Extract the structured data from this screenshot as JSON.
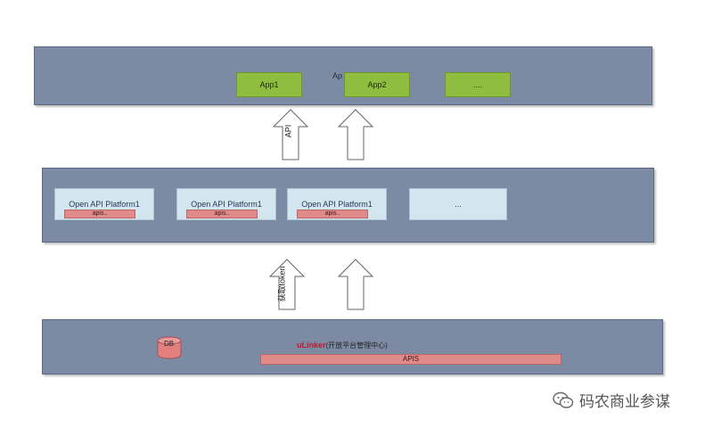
{
  "top_layer": {
    "title": "Ap",
    "apps": [
      "App1",
      "App2",
      "...."
    ]
  },
  "arrows": {
    "upper_label": "API",
    "lower_label": "获取token"
  },
  "platform_layer": {
    "items": [
      {
        "label": "Open API Platform1",
        "apis": "apis.."
      },
      {
        "label": "Open API Platform1",
        "apis": "apis.."
      },
      {
        "label": "Open API Platform1",
        "apis": "apis.."
      },
      {
        "label": "..."
      }
    ]
  },
  "center_layer": {
    "db_label": "DB",
    "brand": "uLinker",
    "subtitle": "(开放平台管理中心)",
    "apis_label": "APIS"
  },
  "watermark": {
    "text": "码农商业参谋",
    "icon": "wechat-icon"
  },
  "colors": {
    "band": "#7d8aa4",
    "app_box": "#8ebd3f",
    "platform_box": "#d3e5ef",
    "apis_bar": "#e08a8a",
    "brand_text": "#c0182a"
  }
}
